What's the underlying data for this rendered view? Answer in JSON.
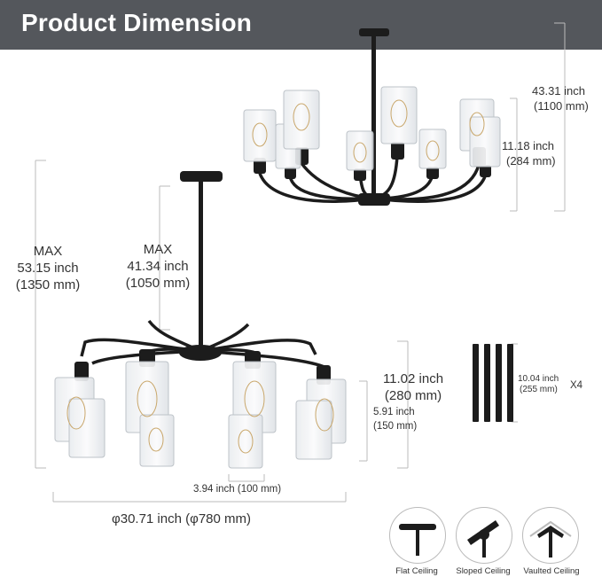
{
  "header": {
    "title": "Product Dimension"
  },
  "top_fixture": {
    "overall_height": {
      "inch": "43.31 inch",
      "mm": "(1100 mm)"
    },
    "shade_height": {
      "inch": "11.18 inch",
      "mm": "(284 mm)"
    }
  },
  "main_fixture": {
    "max_total": {
      "label": "MAX",
      "inch": "53.15 inch",
      "mm": "(1350 mm)"
    },
    "max_rod": {
      "label": "MAX",
      "inch": "41.34 inch",
      "mm": "(1050 mm)"
    },
    "body_height": {
      "inch": "11.02 inch",
      "mm": "(280 mm)"
    },
    "shade_height": {
      "inch": "5.91 inch",
      "mm": "(150 mm)"
    },
    "shade_width": "3.94 inch (100 mm)",
    "diameter": "φ30.71 inch (φ780 mm)"
  },
  "rods": {
    "inch": "10.04 inch",
    "mm": "(255 mm)",
    "qty": "X4"
  },
  "ceilings": [
    {
      "label": "Flat Ceiling"
    },
    {
      "label": "Sloped Ceiling"
    },
    {
      "label": "Vaulted Ceiling"
    }
  ],
  "colors": {
    "header": "#54575c",
    "metal": "#1c1c1c",
    "dim_line": "#bbbbbb"
  }
}
